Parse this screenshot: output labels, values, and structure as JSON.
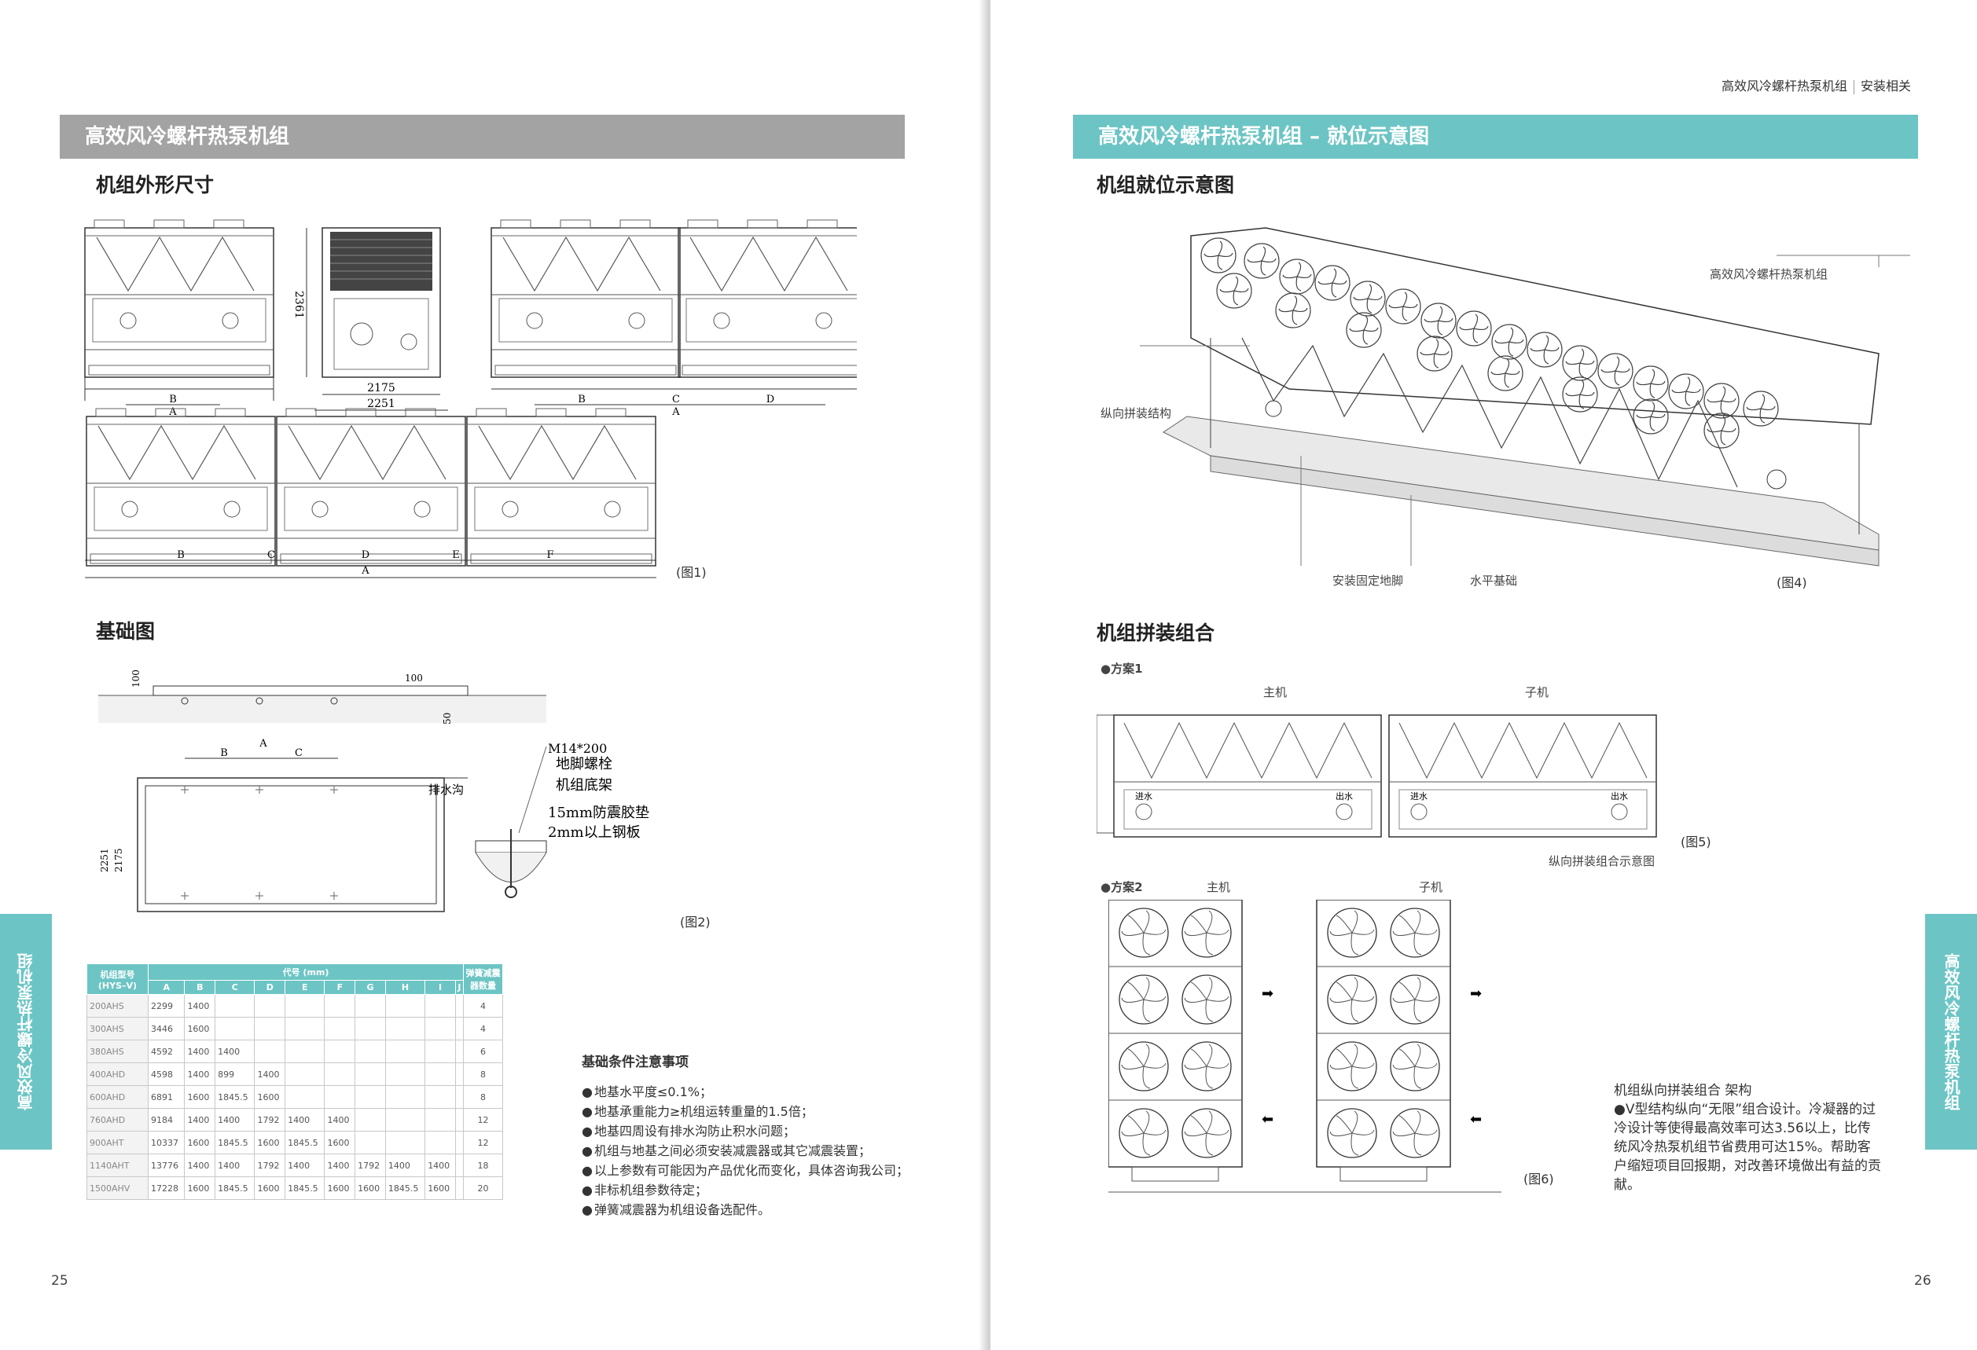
{
  "left": {
    "banner": "高效风冷螺杆热泵机组",
    "section1": "机组外形尺寸",
    "section2": "基础图",
    "fig1": "(图1)",
    "fig2": "(图2)",
    "dims": {
      "height": "2361",
      "d2175": "2175",
      "d2251": "2251",
      "a": "A",
      "b": "B",
      "c": "C",
      "d": "D",
      "e": "E",
      "f": "F"
    },
    "foundation": {
      "d100": "100",
      "d100b": "100",
      "d50": "50",
      "drain": "排水沟",
      "v2251": "2251",
      "v2175": "2175",
      "bolt_spec": "M14*200",
      "bolt": "地脚螺栓",
      "base": "机组底架",
      "pad": "15mm防震胶垫",
      "plate": "2mm以上钢板"
    },
    "table": {
      "col_model": "机组型号 (HYS–V)",
      "col_code": "代号 (mm)",
      "col_spring": "弹簧减震器数量",
      "letters": [
        "A",
        "B",
        "C",
        "D",
        "E",
        "F",
        "G",
        "H",
        "I",
        "J"
      ],
      "rows": [
        {
          "model": "200AHS",
          "vals": [
            "2299",
            "1400",
            "",
            "",
            "",
            "",
            "",
            "",
            "",
            ""
          ],
          "spring": "4"
        },
        {
          "model": "300AHS",
          "vals": [
            "3446",
            "1600",
            "",
            "",
            "",
            "",
            "",
            "",
            "",
            ""
          ],
          "spring": "4"
        },
        {
          "model": "380AHS",
          "vals": [
            "4592",
            "1400",
            "1400",
            "",
            "",
            "",
            "",
            "",
            "",
            ""
          ],
          "spring": "6"
        },
        {
          "model": "400AHD",
          "vals": [
            "4598",
            "1400",
            "899",
            "1400",
            "",
            "",
            "",
            "",
            "",
            ""
          ],
          "spring": "8"
        },
        {
          "model": "600AHD",
          "vals": [
            "6891",
            "1600",
            "1845.5",
            "1600",
            "",
            "",
            "",
            "",
            "",
            ""
          ],
          "spring": "8"
        },
        {
          "model": "760AHD",
          "vals": [
            "9184",
            "1400",
            "1400",
            "1792",
            "1400",
            "1400",
            "",
            "",
            "",
            ""
          ],
          "spring": "12"
        },
        {
          "model": "900AHT",
          "vals": [
            "10337",
            "1600",
            "1845.5",
            "1600",
            "1845.5",
            "1600",
            "",
            "",
            "",
            ""
          ],
          "spring": "12"
        },
        {
          "model": "1140AHT",
          "vals": [
            "13776",
            "1400",
            "1400",
            "1792",
            "1400",
            "1400",
            "1792",
            "1400",
            "1400",
            ""
          ],
          "spring": "18"
        },
        {
          "model": "1500AHV",
          "vals": [
            "17228",
            "1600",
            "1845.5",
            "1600",
            "1845.5",
            "1600",
            "1600",
            "1845.5",
            "1600",
            ""
          ],
          "spring": "20"
        }
      ]
    },
    "notes": {
      "title": "基础条件注意事项",
      "items": [
        "地基水平度≤0.1%；",
        "地基承重能力≥机组运转重量的1.5倍；",
        "地基四周设有排水沟防止积水问题；",
        "机组与地基之间必须安装减震器或其它减震装置；",
        "以上参数有可能因为产品优化而变化，具体咨询我公司；",
        "非标机组参数待定；",
        "弹簧减震器为机组设备选配件。"
      ]
    },
    "side_tab": "高效风冷螺杆热泵机组",
    "page_number": "25"
  },
  "right": {
    "header": {
      "product": "高效风冷螺杆热泵机组",
      "category": "安装相关"
    },
    "banner": "高效风冷螺杆热泵机组 – 就位示意图",
    "section1": "机组就位示意图",
    "section2": "机组拼装组合",
    "iso_labels": {
      "unit": "高效风冷螺杆热泵机组",
      "structure": "纵向拼装结构",
      "feet": "安装固定地脚",
      "base": "水平基础"
    },
    "fig4": "(图4)",
    "plan1": "●方案1",
    "plan2": "●方案2",
    "master": "主机",
    "slave": "子机",
    "master2": "主机",
    "slave2": "子机",
    "inlet": "进水",
    "outlet": "出水",
    "fig5": "(图5)",
    "fig5_caption": "纵向拼装组合示意图",
    "fig6": "(图6)",
    "desc": {
      "title": "机组纵向拼装组合 架构",
      "body": "●V型结构纵向“无限”组合设计。冷凝器的过冷设计等使得最高效率可达3.56以上，比传统风冷热泵机组节省费用可达15%。帮助客户缩短项目回报期，对改善环境做出有益的贡献。"
    },
    "side_tab": "高效风冷螺杆热泵机组",
    "page_number": "26"
  }
}
